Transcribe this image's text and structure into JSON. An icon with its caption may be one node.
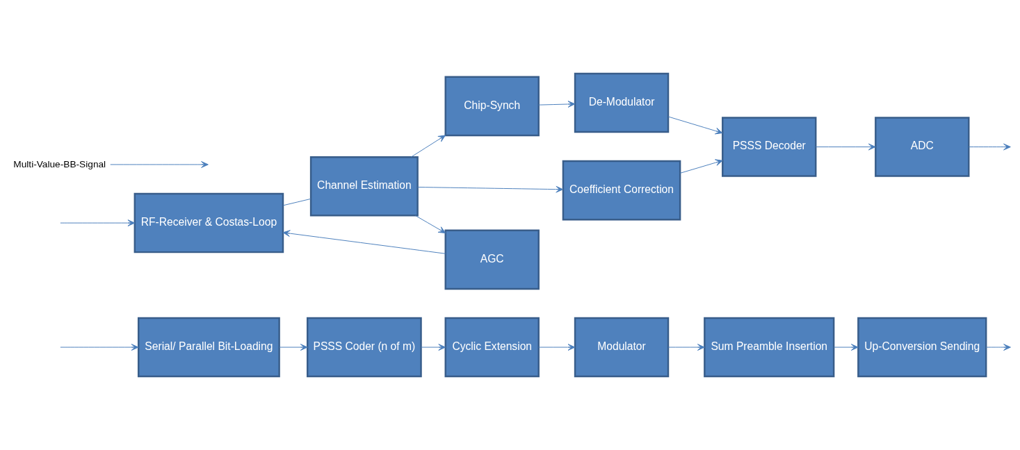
{
  "diagram": {
    "nodes": [
      {
        "text": [
          "Serial/ Parallel Bit-Loading"
        ]
      },
      {
        "text": [
          "PSSS Coder (n of m)"
        ]
      },
      {
        "text": [
          "Cyclic Extension"
        ]
      },
      {
        "text": [
          "Modulator"
        ]
      },
      {
        "text": [
          "Sum Preamble Insertion"
        ]
      },
      {
        "text": [
          "Up-Conversion Sending"
        ]
      },
      {
        "text": [
          "RF-Receiver & Costas-Loop"
        ]
      },
      {
        "text": [
          "Channel Estimation"
        ]
      },
      {
        "text": [
          "Chip-Synch"
        ]
      },
      {
        "text": [
          "De-Modulator"
        ]
      },
      {
        "text": [
          "PSSS Decoder"
        ]
      },
      {
        "text": [
          "ADC"
        ]
      },
      {
        "text": [
          "AGC"
        ]
      },
      {
        "text": [
          "Coefficient Correction"
        ]
      },
      {
        "text": [
          "Multi-Value-BB-Signal"
        ]
      }
    ],
    "edges": [
      {
        "from": null,
        "to": 0,
        "arrow": "to"
      },
      {
        "from": 0,
        "to": 1,
        "arrow": "to"
      },
      {
        "from": 1,
        "to": 2,
        "arrow": "to"
      },
      {
        "from": 2,
        "to": 3,
        "arrow": "to"
      },
      {
        "from": 3,
        "to": 4,
        "arrow": "to"
      },
      {
        "from": 4,
        "to": 5,
        "arrow": "to"
      },
      {
        "from": 5,
        "to": null,
        "arrow": "to"
      },
      {
        "from": null,
        "to": 6,
        "arrow": "to"
      },
      {
        "from": 6,
        "to": 7,
        "arrow": "none"
      },
      {
        "from": 7,
        "to": 8,
        "arrow": "to"
      },
      {
        "from": 8,
        "to": 9,
        "arrow": "to"
      },
      {
        "from": 9,
        "to": 10,
        "arrow": "to"
      },
      {
        "from": 10,
        "to": 11,
        "arrow": "to"
      },
      {
        "from": 11,
        "to": null,
        "arrow": "to"
      },
      {
        "from": 7,
        "to": 12,
        "arrow": "to"
      },
      {
        "from": 7,
        "to": 13,
        "arrow": "to"
      },
      {
        "from": 12,
        "to": 6,
        "arrow": "to"
      },
      {
        "from": 13,
        "to": 10,
        "arrow": "to"
      },
      {
        "from": 14,
        "to": null,
        "arrow": "to"
      }
    ]
  }
}
